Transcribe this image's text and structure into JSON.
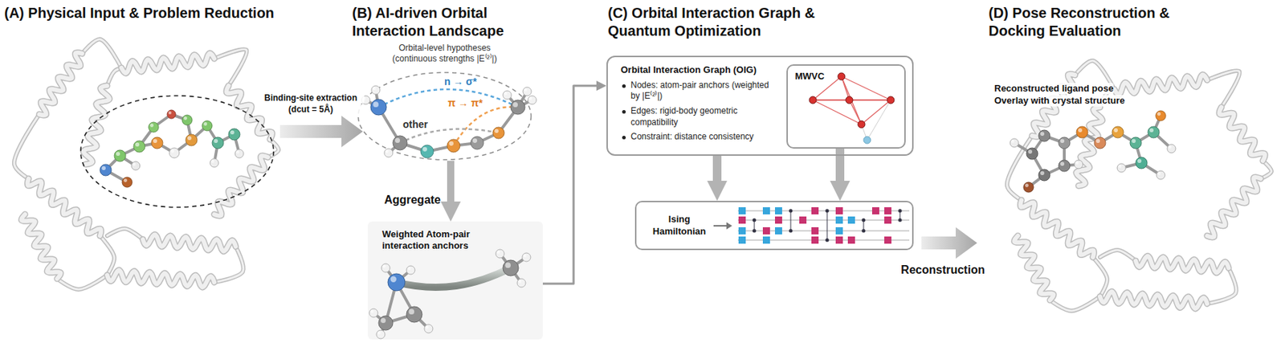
{
  "diagram": {
    "nodes": [
      {
        "text": [
          "Orbital-level hypotheses (continuous strengths |E⁽²⁾|)",
          "n → σ*",
          "π → π*",
          "other"
        ]
      },
      {
        "text": [
          "Weighted Atom-pair interaction anchors"
        ]
      },
      {
        "text": [
          "Orbital Interaction Graph (OIG)",
          "Nodes: atom-pair anchors (weighted by |E⁽²⁾|)",
          "Edges: rigid-body geometric compatibility",
          "Constraint: distance consistency"
        ]
      },
      {
        "text": [
          "MWVC"
        ],
        "in": 2
      },
      {
        "text": [
          "Ising Hamiltonian"
        ]
      }
    ],
    "edges": [
      {
        "from": 0,
        "to": 1,
        "arrow": "to",
        "label": "Aggregate"
      },
      {
        "from": 1,
        "to": 2,
        "arrow": "to"
      },
      {
        "from": 2,
        "to": 4,
        "arrow": "to"
      },
      {
        "from": 3,
        "to": 4,
        "arrow": "to"
      }
    ],
    "labels": [
      "(A) Physical Input & Problem Reduction",
      "Binding-site extraction",
      "(dcut = 5Å)",
      "(B) AI-driven Orbital Interaction Landscape",
      "(C) Orbital Interaction Graph & Quantum Optimization",
      "Reconstruction",
      "(D) Pose Reconstruction & Docking Evaluation",
      "Reconstructed ligand pose",
      "Overlay with crystal structure"
    ]
  }
}
